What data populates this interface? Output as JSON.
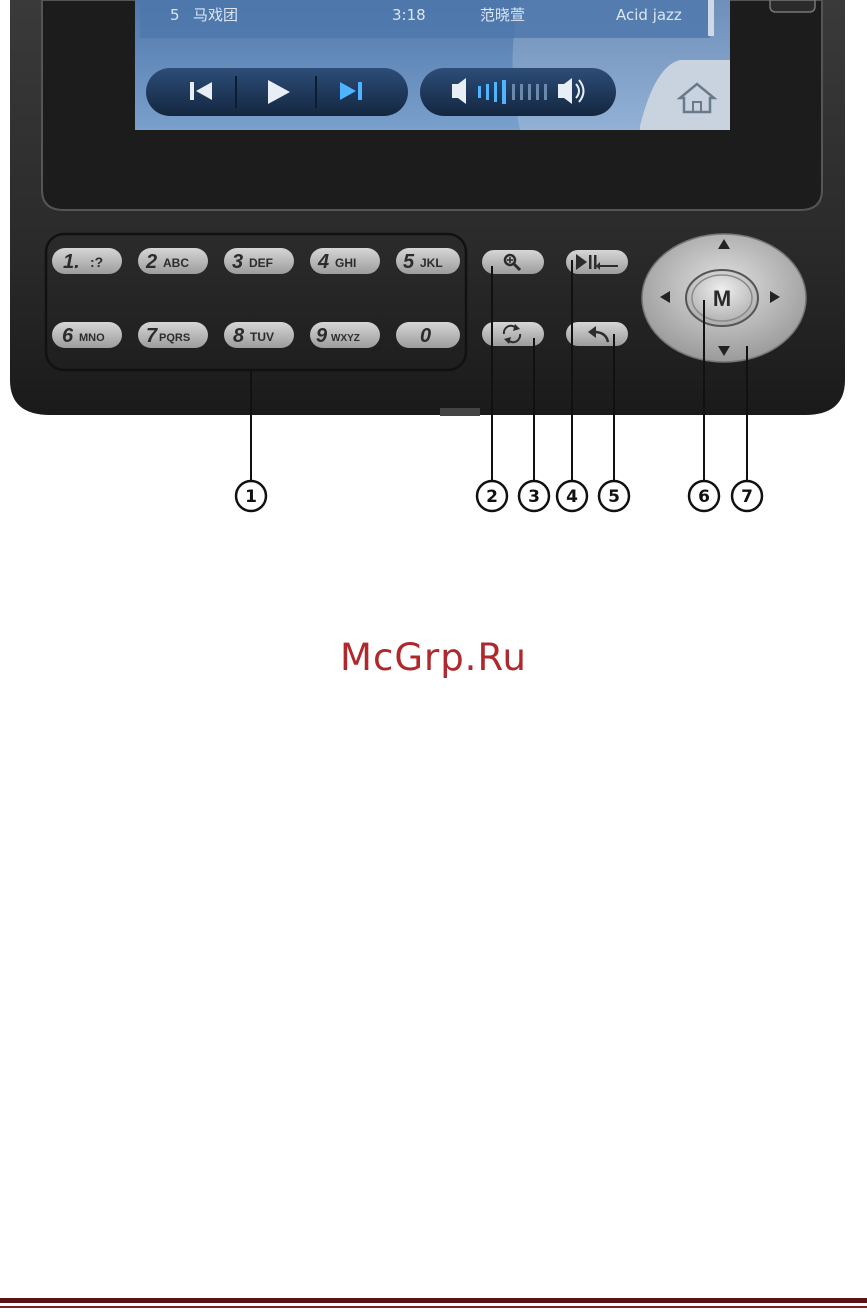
{
  "screen": {
    "track": {
      "number": "5",
      "title": "马戏团",
      "duration": "3:18",
      "artist": "范晓萱",
      "genre": "Acid jazz"
    },
    "controls": {
      "prev_icon": "skip-previous-icon",
      "play_icon": "play-icon",
      "next_icon": "skip-next-icon",
      "volume_icon": "volume-icon",
      "home_icon": "home-icon"
    }
  },
  "keypad": {
    "keys": [
      {
        "digit": "1.",
        "letters": ":?"
      },
      {
        "digit": "2",
        "letters": "ABC"
      },
      {
        "digit": "3",
        "letters": "DEF"
      },
      {
        "digit": "4",
        "letters": "GHI"
      },
      {
        "digit": "5",
        "letters": "JKL"
      },
      {
        "digit": "6",
        "letters": "MNO"
      },
      {
        "digit": "7",
        "letters": "PQRS"
      },
      {
        "digit": "8",
        "letters": "TUV"
      },
      {
        "digit": "9",
        "letters": "WXYZ"
      },
      {
        "digit": "0",
        "letters": ""
      }
    ]
  },
  "function_buttons": {
    "zoom_icon": "zoom-icon",
    "rotate_icon": "rotate-icon",
    "play_pause_icon": "play-pause-backspace-icon",
    "back_icon": "back-icon"
  },
  "dpad": {
    "center_label": "M"
  },
  "callouts": [
    "1",
    "2",
    "3",
    "4",
    "5",
    "6",
    "7"
  ],
  "watermark": "McGrp.Ru",
  "colors": {
    "watermark": "#b0282c",
    "footer_rule": "#5a1417",
    "device_body": "#2b2b2b",
    "screen": "#5f86b6"
  }
}
